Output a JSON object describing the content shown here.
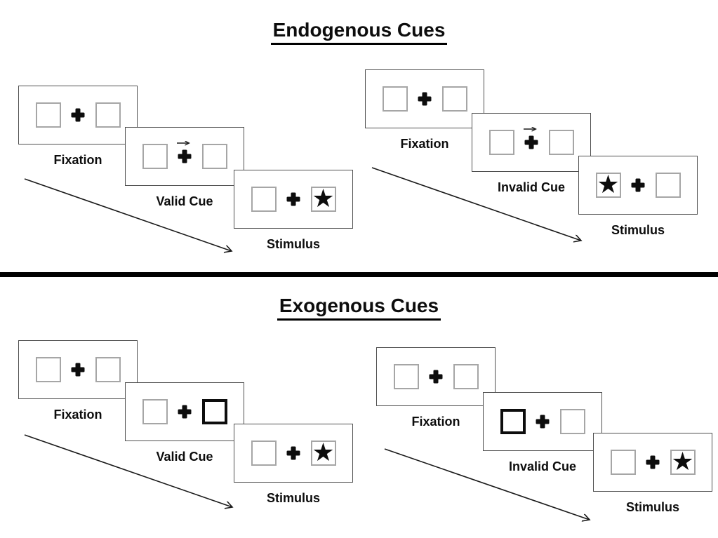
{
  "sections": {
    "endogenous": {
      "title": "Endogenous Cues"
    },
    "exogenous": {
      "title": "Exogenous Cues"
    }
  },
  "panels": {
    "endogenous_valid": {
      "fixation_label": "Fixation",
      "cue_label": "Valid Cue",
      "stimulus_label": "Stimulus",
      "cue_type": "central-arrow-pointing-right",
      "stimulus_side": "right"
    },
    "endogenous_invalid": {
      "fixation_label": "Fixation",
      "cue_label": "Invalid Cue",
      "stimulus_label": "Stimulus",
      "cue_type": "central-arrow-pointing-right",
      "stimulus_side": "left"
    },
    "exogenous_valid": {
      "fixation_label": "Fixation",
      "cue_label": "Valid Cue",
      "stimulus_label": "Stimulus",
      "cue_type": "bold-peripheral-box-right",
      "stimulus_side": "right"
    },
    "exogenous_invalid": {
      "fixation_label": "Fixation",
      "cue_label": "Invalid Cue",
      "stimulus_label": "Stimulus",
      "cue_type": "bold-peripheral-box-left",
      "stimulus_side": "right"
    }
  },
  "glyphs": {
    "star": "★"
  },
  "colors": {
    "background": "#ffffff",
    "ink": "#0d0d0d",
    "divider": "#000000",
    "card_border": "#4f4f4f",
    "placeholder_square_border": "#a6a6a6",
    "cue_square_border": "#0d0d0d"
  }
}
